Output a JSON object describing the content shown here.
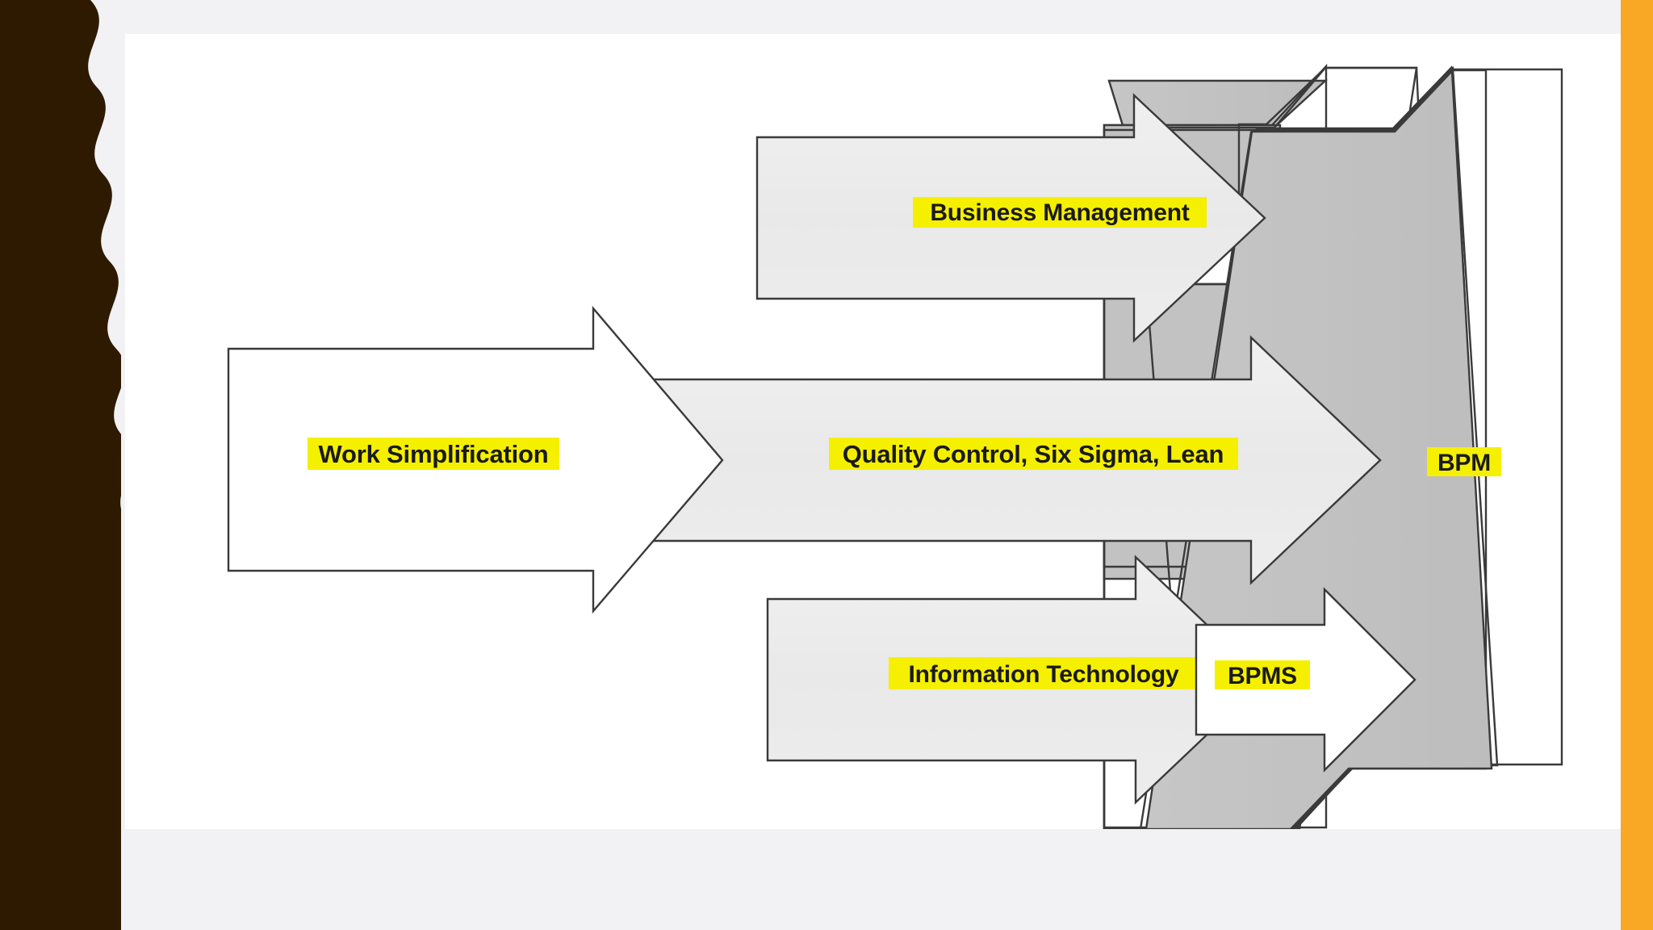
{
  "slide": {
    "title_visible": false,
    "background_color": "#ffffff",
    "page_background_color": "#f2f2f4"
  },
  "decor": {
    "left_border": {
      "name": "scalloped-left-border",
      "color": "#2E1A00"
    },
    "right_border": {
      "name": "right-accent-bar",
      "color": "#F9A825"
    }
  },
  "diagram": {
    "type": "convergence-arrow-diagram",
    "highlight_color": "#F5F000",
    "text_color": "#1a1a1a",
    "arrow_fill_light": "#ededed",
    "arrow_fill_white": "#ffffff",
    "arrow_fill_gray": "#c2c2c2",
    "arrow_stroke": "#3a3a3a",
    "arrows": [
      {
        "id": "business-management",
        "label": "Business Management",
        "row": "top",
        "fill": "light"
      },
      {
        "id": "work-simplification",
        "label": "Work Simplification",
        "row": "middle",
        "fill": "white"
      },
      {
        "id": "quality-control",
        "label": "Quality Control, Six Sigma, Lean",
        "row": "middle",
        "fill": "light"
      },
      {
        "id": "information-technology",
        "label": "Information Technology",
        "row": "bottom",
        "fill": "light"
      },
      {
        "id": "bpms",
        "label": "BPMS",
        "row": "bottom",
        "fill": "white"
      }
    ],
    "convergence": {
      "id": "bpm-band",
      "label": "BPM",
      "fill": "gray",
      "description": "vertical band with arrowheads at top and bottom"
    }
  }
}
